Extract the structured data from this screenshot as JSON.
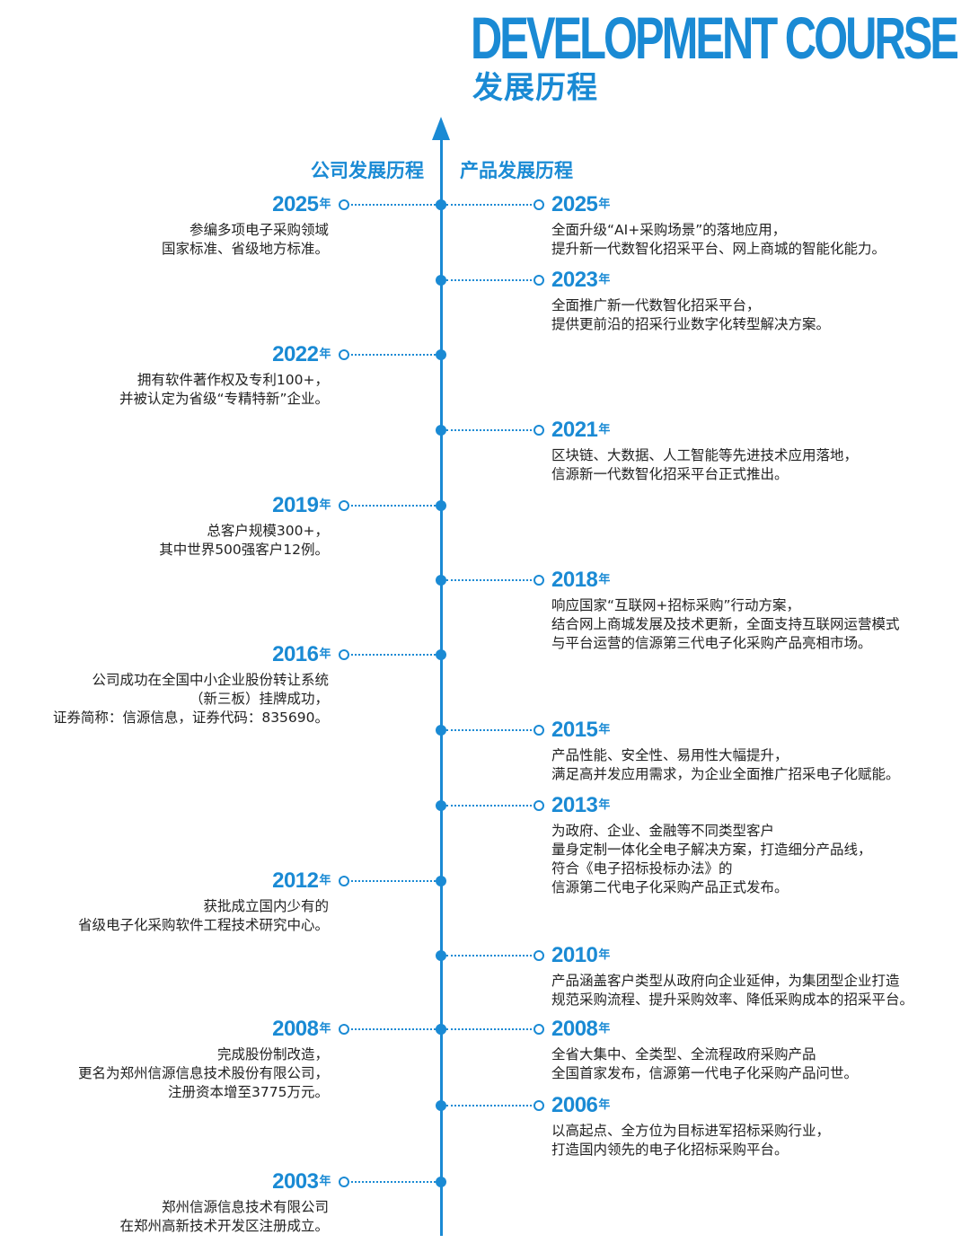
{
  "title": {
    "en": "DEVELOPMENT COURSE",
    "cn": "发展历程"
  },
  "columns": {
    "company": "公司发展历程",
    "product": "产品发展历程"
  },
  "year_unit": "年",
  "company": [
    {
      "year": "2025",
      "lines": [
        "参编多项电子采购领域",
        "国家标准、省级地方标准。"
      ]
    },
    {
      "year": "2022",
      "lines": [
        "拥有软件著作权及专利100+，",
        "并被认定为省级“专精特新”企业。"
      ]
    },
    {
      "year": "2019",
      "lines": [
        "总客户规模300+，",
        "其中世界500强客户12例。"
      ]
    },
    {
      "year": "2016",
      "lines": [
        "公司成功在全国中小企业股份转让系统",
        "（新三板）挂牌成功，",
        "证券简称：信源信息，证券代码：835690。"
      ]
    },
    {
      "year": "2012",
      "lines": [
        "获批成立国内少有的",
        "省级电子化采购软件工程技术研究中心。"
      ]
    },
    {
      "year": "2008",
      "lines": [
        "完成股份制改造，",
        "更名为郑州信源信息技术股份有限公司，",
        "注册资本增至3775万元。"
      ]
    },
    {
      "year": "2003",
      "lines": [
        "郑州信源信息技术有限公司",
        "在郑州高新技术开发区注册成立。"
      ]
    }
  ],
  "product": [
    {
      "year": "2025",
      "lines": [
        "全面升级“AI+采购场景”的落地应用，",
        "提升新一代数智化招采平台、网上商城的智能化能力。"
      ]
    },
    {
      "year": "2023",
      "lines": [
        "全面推广新一代数智化招采平台，",
        "提供更前沿的招采行业数字化转型解决方案。"
      ]
    },
    {
      "year": "2021",
      "lines": [
        "区块链、大数据、人工智能等先进技术应用落地，",
        "信源新一代数智化招采平台正式推出。"
      ]
    },
    {
      "year": "2018",
      "lines": [
        "响应国家“互联网+招标采购”行动方案，",
        "结合网上商城发展及技术更新，全面支持互联网运营模式",
        "与平台运营的信源第三代电子化采购产品亮相市场。"
      ]
    },
    {
      "year": "2015",
      "lines": [
        "产品性能、安全性、易用性大幅提升，",
        "满足高并发应用需求，为企业全面推广招采电子化赋能。"
      ]
    },
    {
      "year": "2013",
      "lines": [
        "为政府、企业、金融等不同类型客户",
        "量身定制一体化全电子解决方案，打造细分产品线，",
        "符合《电子招标投标办法》的",
        "信源第二代电子化采购产品正式发布。"
      ]
    },
    {
      "year": "2010",
      "lines": [
        "产品涵盖客户类型从政府向企业延伸，为集团型企业打造",
        "规范采购流程、提升采购效率、降低采购成本的招采平台。"
      ]
    },
    {
      "year": "2008",
      "lines": [
        "全省大集中、全类型、全流程政府采购产品",
        "全国首家发布，信源第一代电子化采购产品问世。"
      ]
    },
    {
      "year": "2006",
      "lines": [
        "以高起点、全方位为目标进军招标采购行业，",
        "打造国内领先的电子化招标采购平台。"
      ]
    }
  ]
}
